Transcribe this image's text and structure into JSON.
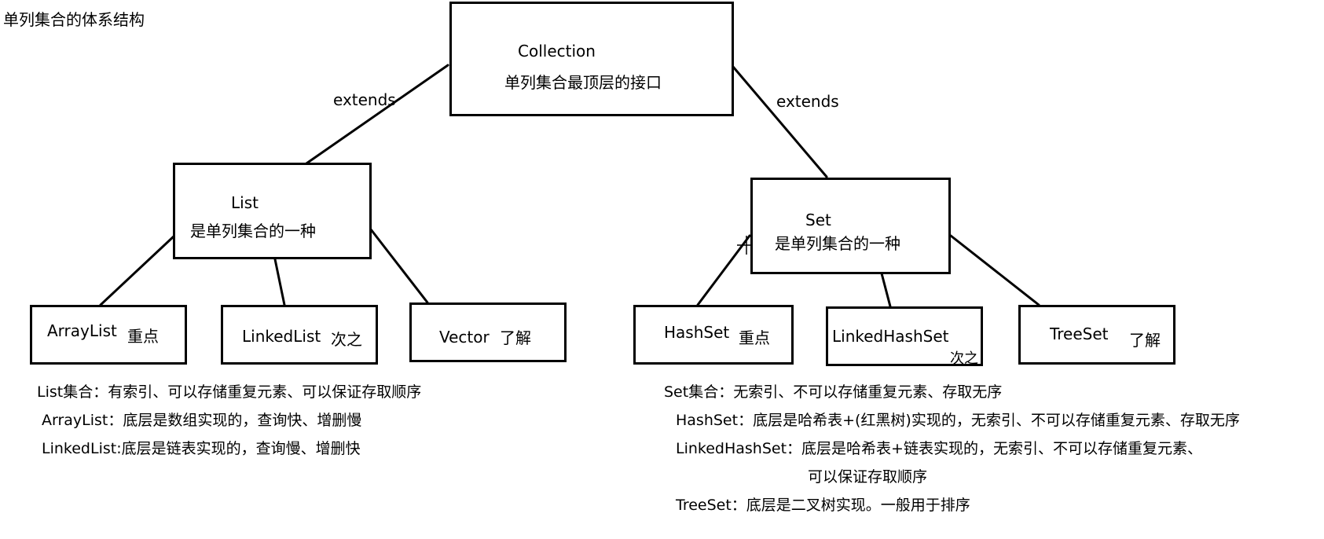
{
  "page": {
    "title": "单列集合的体系结构"
  },
  "diagram": {
    "root": {
      "name": "Collection",
      "desc": "单列集合最顶层的接口"
    },
    "edge_labels": {
      "left": "extends",
      "right": "extends"
    },
    "list": {
      "name": "List",
      "desc": "是单列集合的一种",
      "children": [
        {
          "name": "ArrayList",
          "tag": "重点"
        },
        {
          "name": "LinkedList",
          "tag": "次之"
        },
        {
          "name": "Vector",
          "tag": "了解"
        }
      ]
    },
    "set": {
      "name": "Set",
      "desc": "是单列集合的一种",
      "children": [
        {
          "name": "HashSet",
          "tag": "重点"
        },
        {
          "name": "LinkedHashSet",
          "tag": "次之"
        },
        {
          "name": "TreeSet",
          "tag": "了解"
        }
      ]
    }
  },
  "notes": {
    "list": [
      "List集合：有索引、可以存储重复元素、可以保证存取顺序",
      "ArrayList：底层是数组实现的，查询快、增删慢",
      "LinkedList:底层是链表实现的，查询慢、增删快"
    ],
    "set": [
      "Set集合：无索引、不可以存储重复元素、存取无序",
      "HashSet：底层是哈希表+(红黑树)实现的，无索引、不可以存储重复元素、存取无序",
      "LinkedHashSet：底层是哈希表+链表实现的，无索引、不可以存储重复元素、",
      "可以保证存取顺序",
      "TreeSet：底层是二叉树实现。一般用于排序"
    ]
  }
}
